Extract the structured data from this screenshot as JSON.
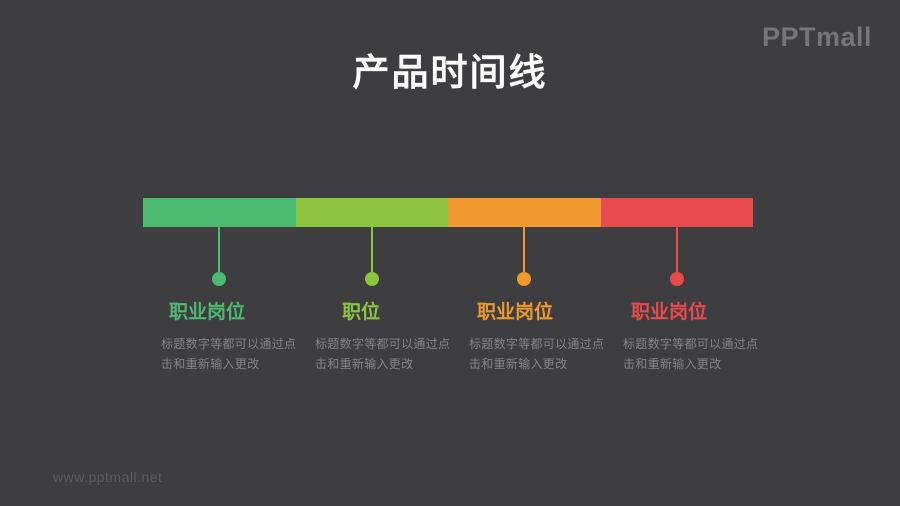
{
  "slide": {
    "title": "产品时间线",
    "logo": "PPTmall",
    "watermark": "www.pptmall.net",
    "background_color": "#3E3E40",
    "title_color": "#FFFFFF",
    "body_text_color": "#858585"
  },
  "timeline": {
    "items": [
      {
        "title": "职业岗位",
        "desc_line1": "标题数字等都可以通过点",
        "desc_line2": "击和重新输入更改",
        "color": "#4DBA71"
      },
      {
        "title": "职位",
        "desc_line1": "标题数字等都可以通过点",
        "desc_line2": "击和重新输入更改",
        "color": "#8CC440"
      },
      {
        "title": "职业岗位",
        "desc_line1": "标题数字等都可以通过点",
        "desc_line2": "击和重新输入更改",
        "color": "#F0992E"
      },
      {
        "title": "职业岗位",
        "desc_line1": "标题数字等都可以通过点",
        "desc_line2": "击和重新输入更改",
        "color": "#E84B4B"
      }
    ]
  }
}
